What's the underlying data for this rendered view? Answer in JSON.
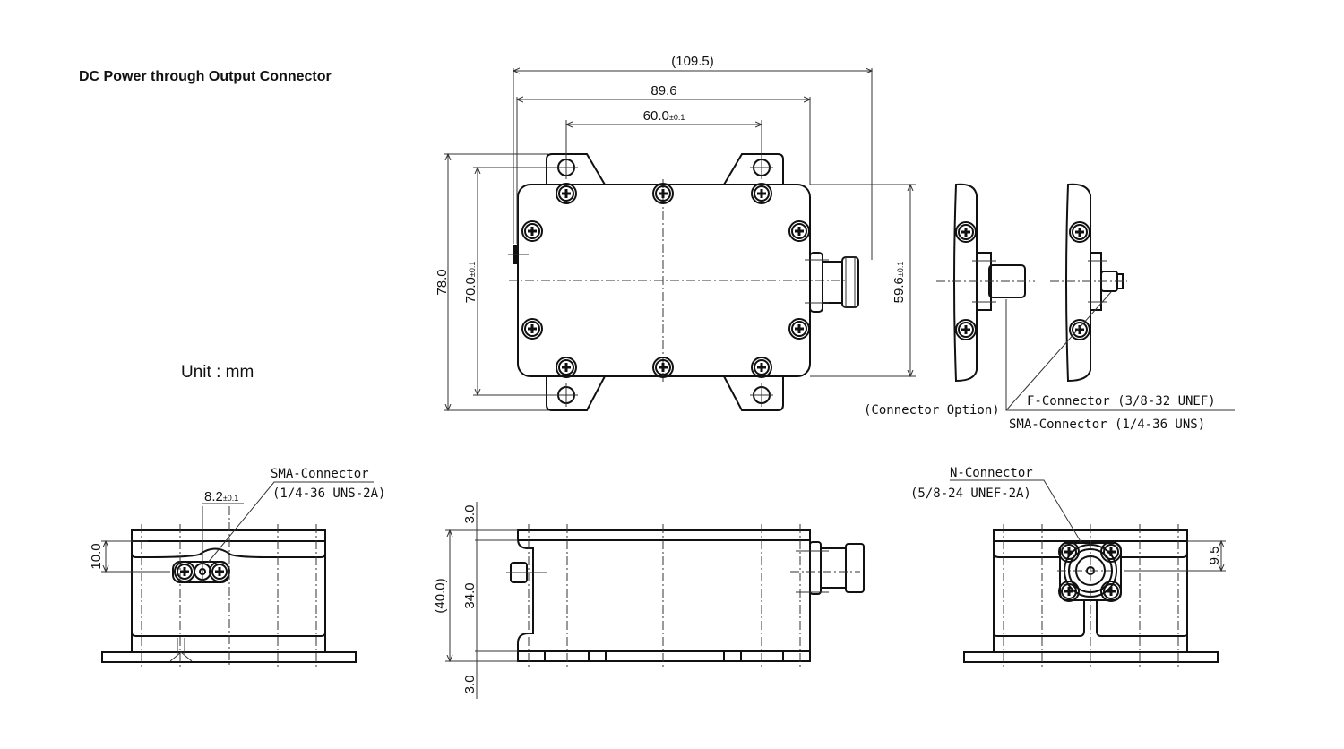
{
  "title": "DC Power through Output Connector",
  "unit_label": "Unit  :  mm",
  "top_view": {
    "dim_overall_width": "(109.5)",
    "dim_body_width": "89.6",
    "dim_hole_spacing": "60.0",
    "dim_hole_spacing_tol": "±0.1",
    "dim_overall_height": "78.0",
    "dim_hole_height": "70.0",
    "dim_hole_height_tol": "±0.1",
    "dim_body_height": "59.6",
    "dim_body_height_tol": "±0.1"
  },
  "connector_option": {
    "caption": "(Connector Option)",
    "f_connector": "F-Connector (3/8-32 UNEF)",
    "sma_connector": "SMA-Connector (1/4-36 UNS)"
  },
  "left_view": {
    "callout_line1": "SMA-Connector",
    "callout_line2": "(1/4-36  UNS-2A)",
    "dim_offset": "8.2",
    "dim_offset_tol": "±0.1",
    "dim_height": "10.0"
  },
  "side_view": {
    "dim_top": "3.0",
    "dim_total": "(40.0)",
    "dim_body": "34.0",
    "dim_bottom": "3.0"
  },
  "right_view": {
    "callout_line1": "N-Connector",
    "callout_line2": "(5/8-24 UNEF-2A)",
    "dim_height": "9.5"
  }
}
